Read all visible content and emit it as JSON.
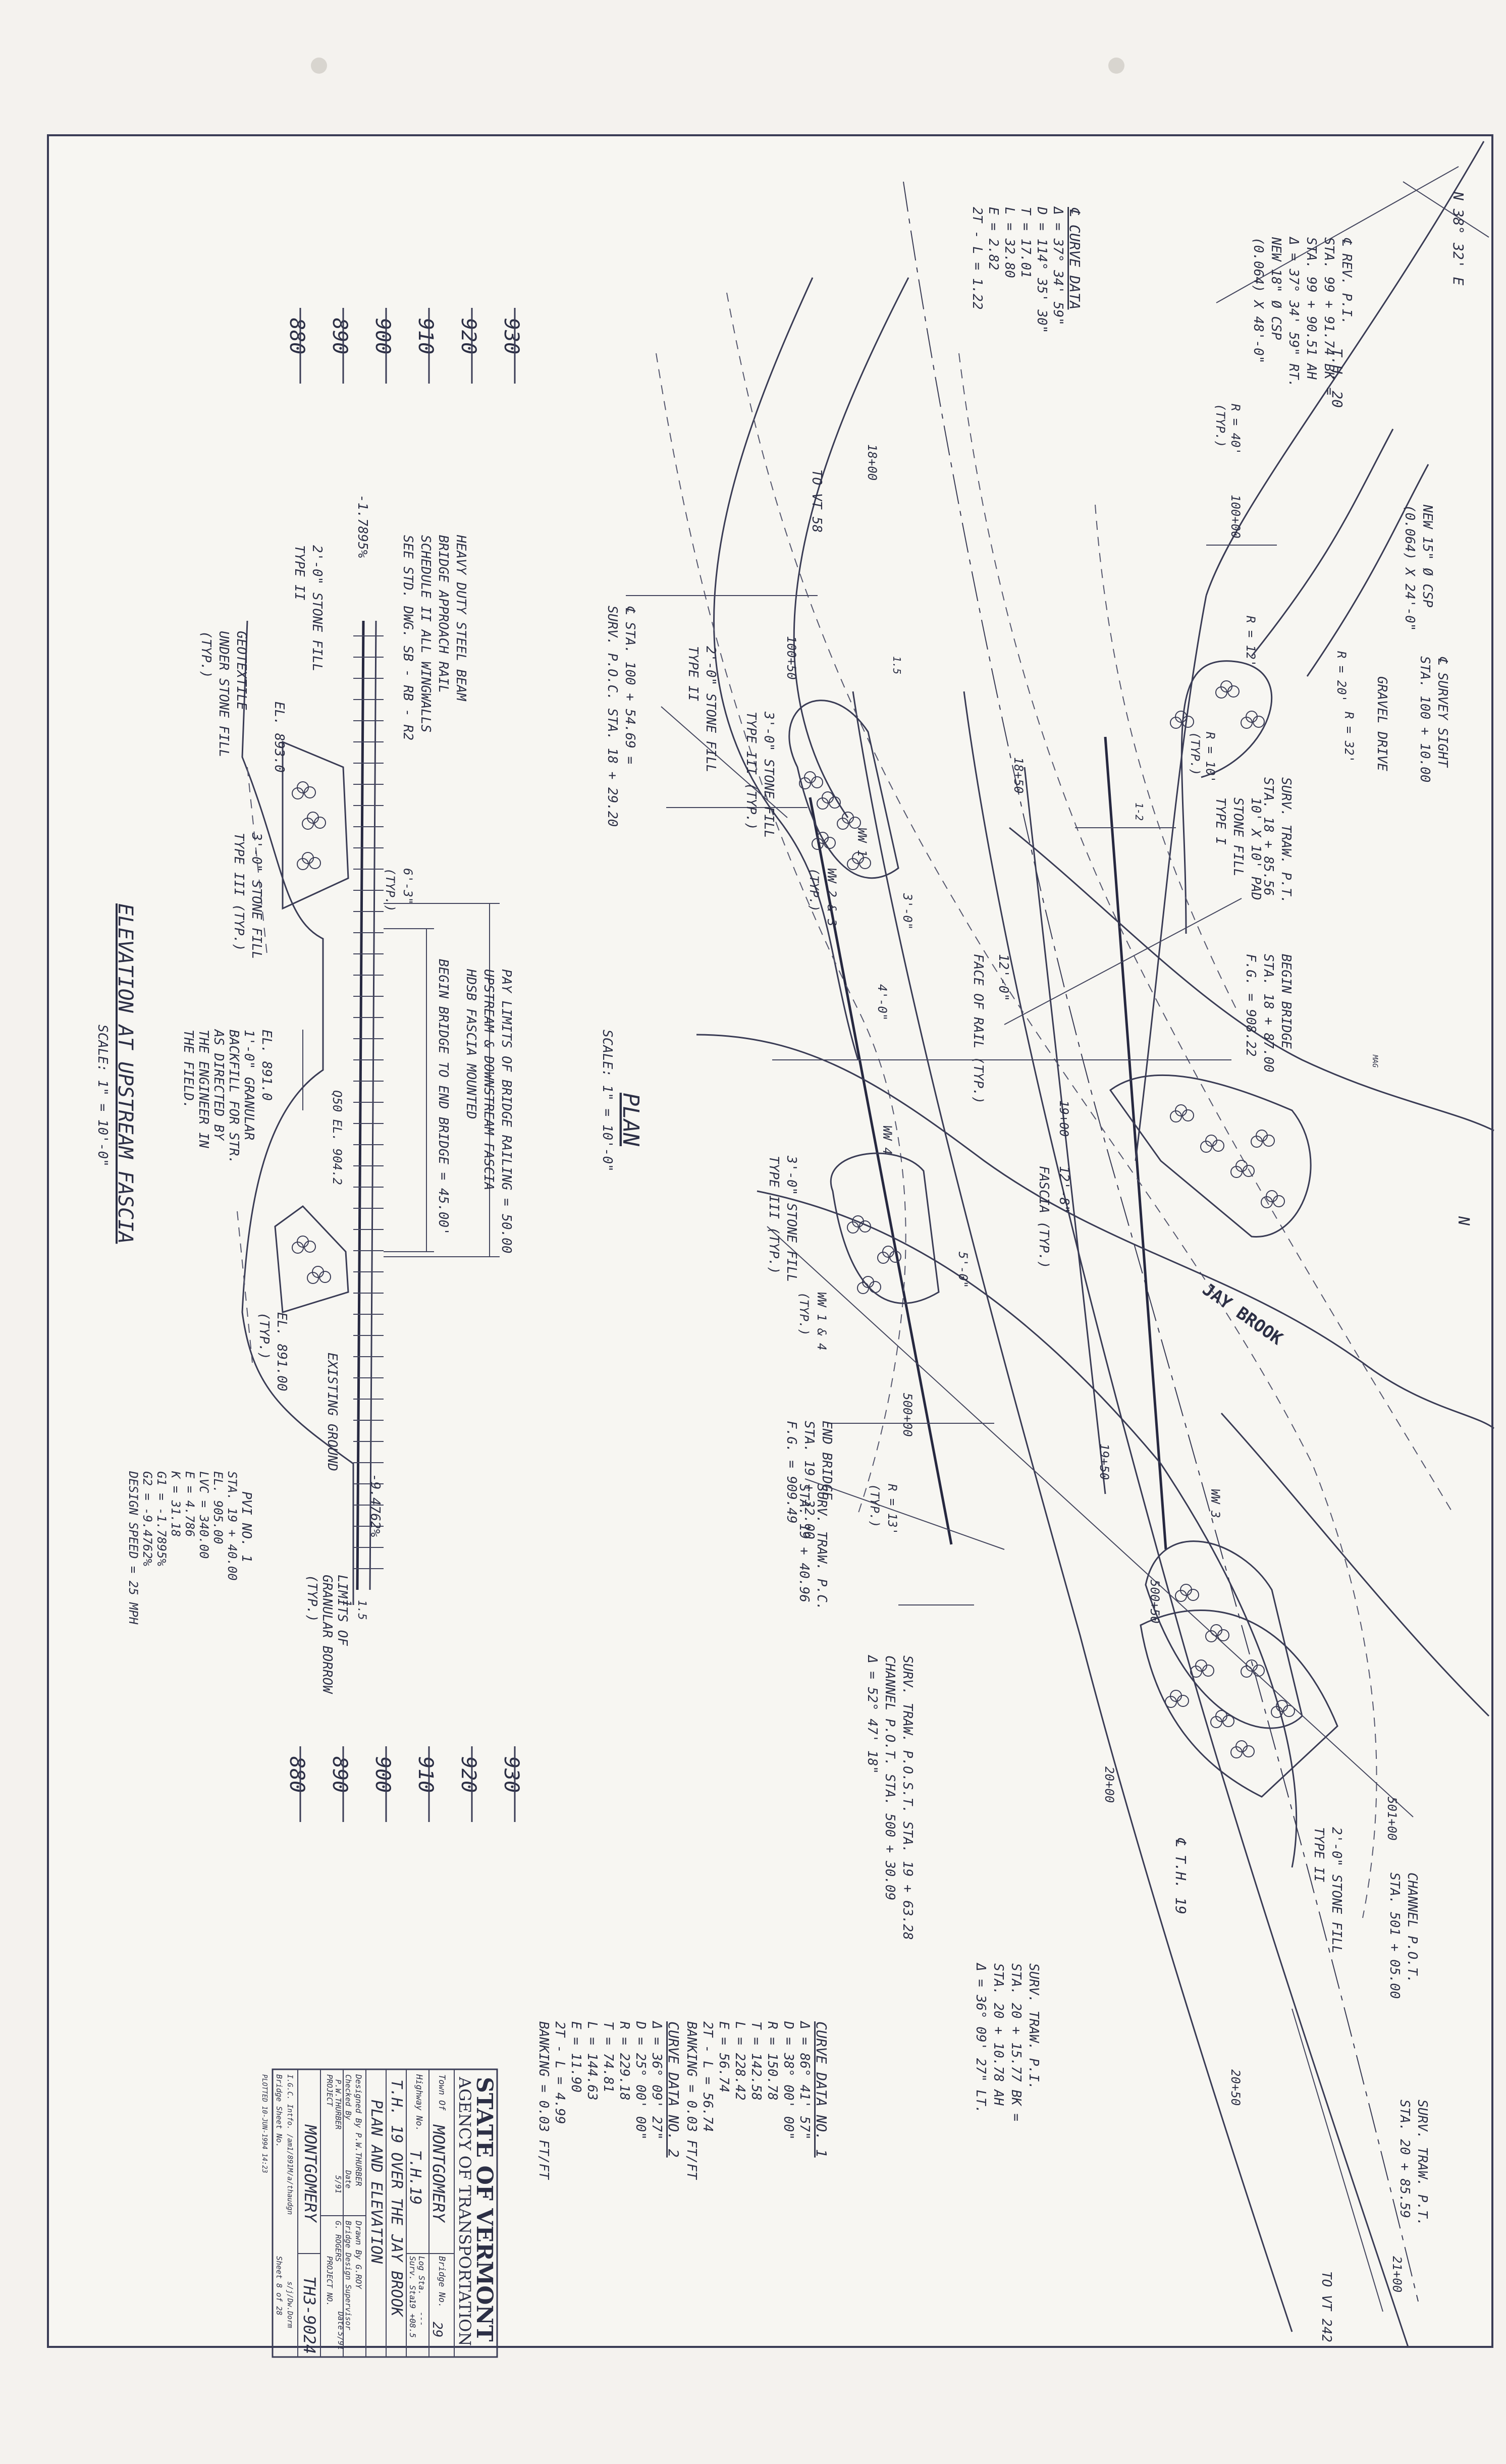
{
  "title_block": {
    "state": "STATE OF VERMONT",
    "agency": "AGENCY OF TRANSPORTATION",
    "town_label": "Town Of",
    "town": "MONTGOMERY",
    "bridge_no_label": "Bridge No.",
    "bridge_no": "29",
    "highway_label": "Highway No.",
    "highway": "T.H.19",
    "log_sta_label": "Log Sta.",
    "log_sta": "---",
    "surv_sta_label": "Surv. Sta.",
    "surv_sta": "19 +08.5",
    "structure": "T.H. 19 OVER THE JAY BROOK",
    "sheet_title": "PLAN AND ELEVATION",
    "designed": "Designed By  P.W.THURBER",
    "drawn": "Drawn By  G.ROY",
    "checked": "Checked By",
    "checked_name": "P.W.THURBER",
    "date_label": "Date",
    "date1": "5/91",
    "supervisor": "Bridge Design Supervisor",
    "supervisor_name": "G. ROGERS",
    "date2": "5/91",
    "project_label": "PROJECT",
    "project_name": "MONTGOMERY",
    "project_no_label": "PROJECT NO.",
    "project_no": "TH3-9024",
    "file": "I.G.C. Intfo. /am1/891M/a/thaudgn",
    "file2": "s/j/Dw.Dorm",
    "bridge_sheet": "Bridge Sheet No.",
    "sheet_no": "Sheet  8  of  28",
    "plotted": "PLOTTED 10-JUN-1994 14:23"
  },
  "curve_data_1": {
    "header": "CURVE DATA NO. 1",
    "lines": [
      "Δ = 86° 41' 57\"",
      "D = 38° 00' 00\"",
      "R = 150.78",
      "T = 142.58",
      "L = 228.42",
      "E = 56.74",
      "2T - L = 56.74",
      "BANKING = 0.03 FT/FT"
    ]
  },
  "curve_data_2": {
    "header": "CURVE DATA NO. 2",
    "lines": [
      "Δ = 36° 09' 27\"",
      "D = 25° 00' 00\"",
      "R = 229.18",
      "T = 74.81",
      "L = 144.63",
      "E = 11.90",
      "2T - L = 4.99",
      "BANKING = 0.03 FT/FT"
    ]
  },
  "curve_data_3": {
    "header": "℄ CURVE DATA",
    "lines": [
      "Δ = 37° 34' 59\"",
      "D = 114° 35' 30\"",
      "T = 17.01",
      "L = 32.80",
      "E = 2.82",
      "2T - L = 1.22"
    ]
  },
  "profile_pvi": {
    "header": "PVI NO. 1",
    "lines": [
      "STA. 19 + 40.00",
      "EL. 905.00",
      "LVC = 340.00",
      "E = 4.786",
      "K = 31.18",
      "G1 = -1.7895%",
      "G2 = -9.4762%",
      "DESIGN SPEED = 25 MPH"
    ]
  },
  "elevation_scale": [
    "930",
    "920",
    "910",
    "900",
    "890",
    "880"
  ],
  "plan": {
    "title": "PLAN",
    "scale": "SCALE: 1\" = 10'-0\"",
    "stream": "JAY BROOK",
    "north": "N",
    "mag": "MAG",
    "labels": {
      "rev_pi": "℄ REV. P.I.",
      "rev_pi_sta": "STA. 99 + 91.74 BK =",
      "rev_pi_ah": "STA. 99 + 90.51 AH",
      "rev_pi_delta": "Δ = 37° 34' 59\" RT.",
      "csp_new": "NEW 18\" Ø CSP",
      "csp_new_2": "(0.064) X 48'-0\"",
      "csp_top": "NEW 15\" Ø CSP",
      "csp_top_2": "(0.064) X 24'-0\"",
      "th20": "T.H. 20",
      "bearing": "N 38° 32' E",
      "r40": "R = 40'",
      "typ": "(TYP.)",
      "to_vt58": "TO VT 58",
      "sta1800": "18+00",
      "sta1850": "18+50",
      "sta1900": "19+00",
      "sta1950": "19+50",
      "sta2000": "20+00",
      "sta2050": "20+50",
      "sta2100": "21+00",
      "sta10000": "100+00",
      "sta10050": "100+50",
      "sta50000": "500+00",
      "sta50050": "500+50",
      "sta50100": "501+00",
      "survey_sight": "℄ SURVEY SIGHT",
      "survey_sight_sta": "STA. 100 + 10.00",
      "gravel_drive": "GRAVEL DRIVE",
      "r20": "R = 20'",
      "r12": "R = 12'",
      "r32": "R = 32'",
      "r10": "R = 10'",
      "r13": "R = 13'",
      "pad": "10' X 10' PAD",
      "stone_fill": "STONE FILL",
      "type_i": "TYPE I",
      "surv_traw_pt": "SURV. TRAW. P.T.",
      "surv_traw_pt_sta": "STA. 18 + 85.56",
      "begin_bridge": "BEGIN BRIDGE",
      "begin_bridge_sta": "STA. 18 + 87.00",
      "begin_bridge_fg": "F.G. = 908.22",
      "sta_100_54": "℄ STA. 100 + 54.69 =",
      "surv_pc": "SURV. P.O.C. STA. 18 + 29.20",
      "stone_fill_2": "2'-0\" STONE FILL",
      "type_ii": "TYPE II",
      "stone_fill_3": "3'-0\" STONE FILL",
      "type_iii": "TYPE III (TYP.)",
      "ww1": "WW 1",
      "ww23": "WW 2 & 3",
      "ww4": "WW 4",
      "ww14": "WW 1 & 4",
      "ww3": "WW 3",
      "face_rail": "FACE OF RAIL (TYP.)",
      "d120": "12'-0\"",
      "d128": "12'-8\"",
      "fascia": "FASCIA (TYP.)",
      "d40": "4'-0\"",
      "d30": "3'-0\"",
      "d50": "5'-0\"",
      "stone_fill_3b": "3'-0\" STONE FILL",
      "type_iii_b": "TYPE III (TYP.)",
      "end_bridge": "END BRIDGE",
      "end_bridge_sta": "STA. 19 + 32.00",
      "end_bridge_fg": "F.G. = 909.49",
      "surv_traw_pc": "SURV. TRAW. P.C.",
      "surv_traw_pc_sta": "STA. 19 + 40.96",
      "surv_post": "SURV. TRAW. P.O.S.T. STA. 19 + 63.28",
      "channel_pot": "CHANNEL P.O.T. STA. 500 + 30.09",
      "channel_delta": "Δ = 52° 47' 18\"",
      "stone_fill_4": "2'-0\" STONE FILL",
      "type_ii_b": "TYPE II",
      "channel_pot2": "CHANNEL P.O.T.",
      "channel_pot2_sta": "STA. 501 + 05.00",
      "surv_pi": "SURV. TRAW. P.I.",
      "surv_pi_sta": "STA. 20 + 15.77 BK =",
      "surv_pi_ah": "STA. 20 + 10.78 AH",
      "surv_pi_delta": "Δ = 36° 09' 27\" LT.",
      "th19": "℄ T.H. 19",
      "surv_pt2": "SURV. TRAW. P.T.",
      "surv_pt2_sta": "STA. 20 + 85.59",
      "to_vt242": "TO VT 242",
      "twelve": "1-2",
      "fifteen": "1.5"
    }
  },
  "elevation": {
    "title": "ELEVATION AT UPSTREAM FASCIA",
    "scale": "SCALE: 1\" = 10'-0\"",
    "rail_limits": "PAY LIMITS OF BRIDGE RAILING = 50.00",
    "rail_limits_2": "UPSTREAM & DOWNSTREAM FASCIA",
    "rail_limits_3": "HDSB FASCIA MOUNTED",
    "begin_end": "BEGIN BRIDGE TO END BRIDGE = 45.00'",
    "heavy_steel": "HEAVY DUTY STEEL BEAM",
    "heavy_steel_2": "BRIDGE APPROACH RAIL",
    "heavy_steel_3": "SCHEDULE II ALL WINGWALLS",
    "heavy_steel_4": "SEE STD. DWG. SB - RB - R2",
    "grade_left": "-1.7895%",
    "grade_right": "-9.4762%",
    "stone_ii": "2'-0\" STONE FILL",
    "stone_ii_t": "TYPE II",
    "el893": "EL. 893.0",
    "geotextile": "GEOTEXTILE",
    "geotextile_2": "UNDER STONE FILL",
    "geotextile_3": "(TYP.)",
    "stone_iii": "3'-0\" STONE FILL",
    "stone_iii_t": "TYPE III (TYP.)",
    "d63": "6'-3\"",
    "typ": "(TYP.)",
    "q50": "Q50 EL. 904.2",
    "el8910": "EL. 891.0",
    "granular": "1'-0\" GRANULAR",
    "granular_2": "BACKFILL FOR STR.",
    "granular_3": "AS DIRECTED BY",
    "granular_4": "THE ENGINEER IN",
    "granular_5": "THE FIELD.",
    "el89100": "EL. 891.00",
    "typ2": "(TYP.)",
    "existing_ground": "EXISTING GROUND",
    "limits_borrow": "LIMITS OF",
    "limits_borrow_2": "GRANULAR BORROW",
    "limits_borrow_3": "(TYP.)",
    "slope": "1.5",
    "slope1": "1"
  }
}
